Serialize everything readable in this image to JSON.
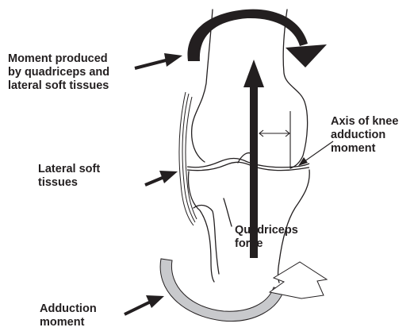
{
  "labels": {
    "moment_produced": [
      "Moment produced",
      "by quadriceps and",
      "lateral soft tissues"
    ],
    "lateral_soft_tissues": [
      "Lateral soft",
      "tissues"
    ],
    "axis_of_knee": [
      "Axis of knee",
      "adduction",
      "moment"
    ],
    "quadriceps_force": [
      "Quadriceps",
      "force"
    ],
    "adduction_moment": [
      "Adduction",
      "moment"
    ]
  },
  "colors": {
    "ink": "#231f20",
    "adduction_arc_fill": "#c8c9cc",
    "background": "#ffffff"
  }
}
